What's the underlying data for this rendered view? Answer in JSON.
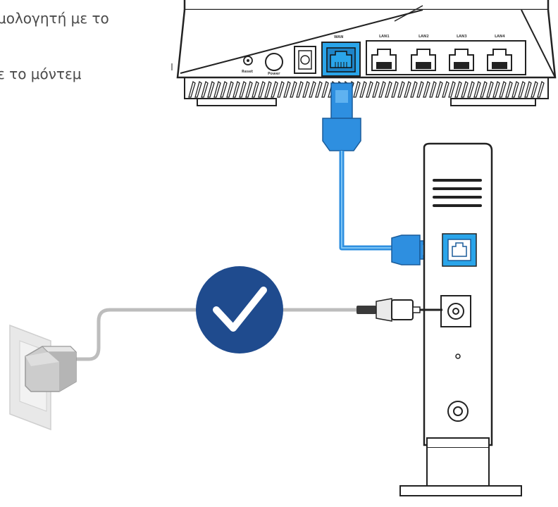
{
  "instructions": {
    "line1": "μολογητή με το",
    "line2": "ε το μόντεμ"
  },
  "router_ports": {
    "reset": "Reset",
    "power": "Power",
    "wan": "WAN",
    "lan1": "LAN1",
    "lan2": "LAN2",
    "lan3": "LAN3",
    "lan4": "LAN4"
  },
  "colors": {
    "cable_blue": "#2e8fe0",
    "highlight_blue": "#2aa5ea",
    "check_circle": "#1f4b8e",
    "line_dark": "#222222",
    "cord_gray": "#bdbdbd"
  },
  "icons": {
    "status": "checkmark-icon"
  }
}
